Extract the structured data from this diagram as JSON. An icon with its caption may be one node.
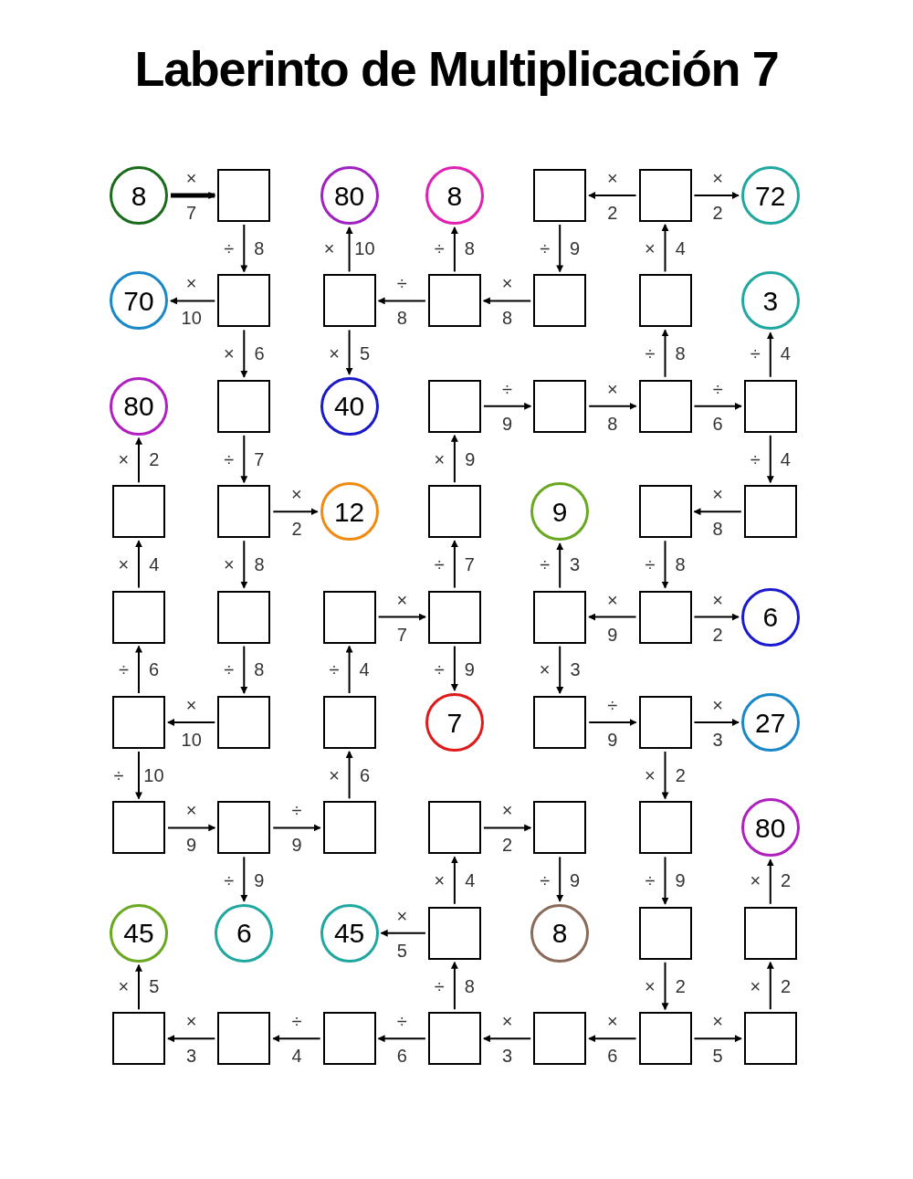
{
  "diagram": {
    "title": "Laberinto de Multiplicación 7",
    "nodes": [
      {
        "text": [
          "8"
        ]
      },
      {
        "text": [],
        "shape": "box"
      },
      {
        "text": [
          "80"
        ]
      },
      {
        "text": [
          "8"
        ]
      },
      {
        "text": [],
        "shape": "box"
      },
      {
        "text": [],
        "shape": "box"
      },
      {
        "text": [
          "72"
        ]
      },
      {
        "text": [
          "70"
        ]
      },
      {
        "text": [],
        "shape": "box"
      },
      {
        "text": [],
        "shape": "box"
      },
      {
        "text": [],
        "shape": "box"
      },
      {
        "text": [],
        "shape": "box"
      },
      {
        "text": [],
        "shape": "box"
      },
      {
        "text": [
          "3"
        ]
      },
      {
        "text": [
          "80"
        ]
      },
      {
        "text": [],
        "shape": "box"
      },
      {
        "text": [
          "40"
        ]
      },
      {
        "text": [],
        "shape": "box"
      },
      {
        "text": [],
        "shape": "box"
      },
      {
        "text": [],
        "shape": "box"
      },
      {
        "text": [],
        "shape": "box"
      },
      {
        "text": [],
        "shape": "box"
      },
      {
        "text": [],
        "shape": "box"
      },
      {
        "text": [
          "12"
        ]
      },
      {
        "text": [],
        "shape": "box"
      },
      {
        "text": [
          "9"
        ]
      },
      {
        "text": [],
        "shape": "box"
      },
      {
        "text": [],
        "shape": "box"
      },
      {
        "text": [],
        "shape": "box"
      },
      {
        "text": [],
        "shape": "box"
      },
      {
        "text": [],
        "shape": "box"
      },
      {
        "text": [],
        "shape": "box"
      },
      {
        "text": [],
        "shape": "box"
      },
      {
        "text": [],
        "shape": "box"
      },
      {
        "text": [
          "6"
        ]
      },
      {
        "text": [],
        "shape": "box"
      },
      {
        "text": [],
        "shape": "box"
      },
      {
        "text": [],
        "shape": "box"
      },
      {
        "text": [
          "7"
        ]
      },
      {
        "text": [],
        "shape": "box"
      },
      {
        "text": [],
        "shape": "box"
      },
      {
        "text": [
          "27"
        ]
      },
      {
        "text": [],
        "shape": "box"
      },
      {
        "text": [],
        "shape": "box"
      },
      {
        "text": [],
        "shape": "box"
      },
      {
        "text": [],
        "shape": "box"
      },
      {
        "text": [],
        "shape": "box"
      },
      {
        "text": [],
        "shape": "box"
      },
      {
        "text": [
          "80"
        ]
      },
      {
        "text": [
          "45"
        ]
      },
      {
        "text": [
          "6"
        ]
      },
      {
        "text": [
          "45"
        ]
      },
      {
        "text": [],
        "shape": "box"
      },
      {
        "text": [
          "8"
        ]
      },
      {
        "text": [],
        "shape": "box"
      },
      {
        "text": [],
        "shape": "box"
      },
      {
        "text": [],
        "shape": "box"
      },
      {
        "text": [],
        "shape": "box"
      },
      {
        "text": [],
        "shape": "box"
      },
      {
        "text": [],
        "shape": "box"
      },
      {
        "text": [],
        "shape": "box"
      },
      {
        "text": [],
        "shape": "box"
      },
      {
        "text": [],
        "shape": "box"
      }
    ],
    "edges": [
      {
        "from": 0,
        "to": 1,
        "arrow": "to",
        "label": "× 7",
        "style": "thick"
      },
      {
        "from": 1,
        "to": 8,
        "arrow": "to",
        "label": "÷ 8"
      },
      {
        "from": 9,
        "to": 2,
        "arrow": "to",
        "label": "× 10"
      },
      {
        "from": 10,
        "to": 3,
        "arrow": "to",
        "label": "÷ 8"
      },
      {
        "from": 5,
        "to": 4,
        "arrow": "to",
        "label": "× 2"
      },
      {
        "from": 5,
        "to": 6,
        "arrow": "to",
        "label": "× 2"
      },
      {
        "from": 4,
        "to": 11,
        "arrow": "to",
        "label": "÷ 9"
      },
      {
        "from": 12,
        "to": 5,
        "arrow": "to",
        "label": "× 4"
      },
      {
        "from": 8,
        "to": 7,
        "arrow": "to",
        "label": "× 10"
      },
      {
        "from": 10,
        "to": 9,
        "arrow": "to",
        "label": "÷ 8"
      },
      {
        "from": 11,
        "to": 10,
        "arrow": "to",
        "label": "× 8"
      },
      {
        "from": 8,
        "to": 15,
        "arrow": "to",
        "label": "× 6"
      },
      {
        "from": 9,
        "to": 16,
        "arrow": "to",
        "label": "× 5"
      },
      {
        "from": 19,
        "to": 12,
        "arrow": "to",
        "label": "÷ 8"
      },
      {
        "from": 20,
        "to": 13,
        "arrow": "to",
        "label": "÷ 4"
      },
      {
        "from": 17,
        "to": 18,
        "arrow": "to",
        "label": "÷ 9"
      },
      {
        "from": 18,
        "to": 19,
        "arrow": "to",
        "label": "× 8"
      },
      {
        "from": 19,
        "to": 20,
        "arrow": "to",
        "label": "÷ 6"
      },
      {
        "from": 21,
        "to": 14,
        "arrow": "to",
        "label": "× 2"
      },
      {
        "from": 15,
        "to": 22,
        "arrow": "to",
        "label": "÷ 7"
      },
      {
        "from": 24,
        "to": 17,
        "arrow": "to",
        "label": "× 9"
      },
      {
        "from": 20,
        "to": 27,
        "arrow": "to",
        "label": "÷ 4"
      },
      {
        "from": 22,
        "to": 23,
        "arrow": "to",
        "label": "× 2"
      },
      {
        "from": 27,
        "to": 26,
        "arrow": "to",
        "label": "× 8"
      },
      {
        "from": 28,
        "to": 21,
        "arrow": "to",
        "label": "× 4"
      },
      {
        "from": 22,
        "to": 29,
        "arrow": "to",
        "label": "× 8"
      },
      {
        "from": 31,
        "to": 24,
        "arrow": "to",
        "label": "÷ 7"
      },
      {
        "from": 32,
        "to": 25,
        "arrow": "to",
        "label": "÷ 3"
      },
      {
        "from": 26,
        "to": 33,
        "arrow": "to",
        "label": "÷ 8"
      },
      {
        "from": 30,
        "to": 31,
        "arrow": "to",
        "label": "× 7"
      },
      {
        "from": 33,
        "to": 32,
        "arrow": "to",
        "label": "× 9"
      },
      {
        "from": 33,
        "to": 34,
        "arrow": "to",
        "label": "× 2"
      },
      {
        "from": 35,
        "to": 28,
        "arrow": "to",
        "label": "÷ 6"
      },
      {
        "from": 29,
        "to": 36,
        "arrow": "to",
        "label": "÷ 8"
      },
      {
        "from": 37,
        "to": 30,
        "arrow": "to",
        "label": "÷ 4"
      },
      {
        "from": 31,
        "to": 38,
        "arrow": "to",
        "label": "÷ 9"
      },
      {
        "from": 32,
        "to": 39,
        "arrow": "to",
        "label": "× 3"
      },
      {
        "from": 36,
        "to": 35,
        "arrow": "to",
        "label": "× 10"
      },
      {
        "from": 39,
        "to": 40,
        "arrow": "to",
        "label": "÷ 9"
      },
      {
        "from": 40,
        "to": 41,
        "arrow": "to",
        "label": "× 3"
      },
      {
        "from": 35,
        "to": 42,
        "arrow": "to",
        "label": "÷ 10"
      },
      {
        "from": 44,
        "to": 37,
        "arrow": "to",
        "label": "× 6"
      },
      {
        "from": 40,
        "to": 47,
        "arrow": "to",
        "label": "× 2"
      },
      {
        "from": 42,
        "to": 43,
        "arrow": "to",
        "label": "× 9"
      },
      {
        "from": 43,
        "to": 44,
        "arrow": "to",
        "label": "÷ 9"
      },
      {
        "from": 45,
        "to": 46,
        "arrow": "to",
        "label": "× 2"
      },
      {
        "from": 43,
        "to": 50,
        "arrow": "to",
        "label": "÷ 9"
      },
      {
        "from": 52,
        "to": 45,
        "arrow": "to",
        "label": "× 4"
      },
      {
        "from": 46,
        "to": 53,
        "arrow": "to",
        "label": "÷ 9"
      },
      {
        "from": 47,
        "to": 54,
        "arrow": "to",
        "label": "÷ 9"
      },
      {
        "from": 55,
        "to": 48,
        "arrow": "to",
        "label": "× 2"
      },
      {
        "from": 52,
        "to": 51,
        "arrow": "to",
        "label": "× 5"
      },
      {
        "from": 56,
        "to": 49,
        "arrow": "to",
        "label": "× 5"
      },
      {
        "from": 59,
        "to": 52,
        "arrow": "to",
        "label": "÷ 8"
      },
      {
        "from": 54,
        "to": 61,
        "arrow": "to",
        "label": "× 2"
      },
      {
        "from": 62,
        "to": 55,
        "arrow": "to",
        "label": "× 2"
      },
      {
        "from": 57,
        "to": 56,
        "arrow": "to",
        "label": "× 3"
      },
      {
        "from": 58,
        "to": 57,
        "arrow": "to",
        "label": "÷ 4"
      },
      {
        "from": 59,
        "to": 58,
        "arrow": "to",
        "label": "÷ 6"
      },
      {
        "from": 60,
        "to": 59,
        "arrow": "to",
        "label": "× 3"
      },
      {
        "from": 61,
        "to": 60,
        "arrow": "to",
        "label": "× 6"
      },
      {
        "from": 61,
        "to": 62,
        "arrow": "to",
        "label": "× 5"
      }
    ]
  }
}
